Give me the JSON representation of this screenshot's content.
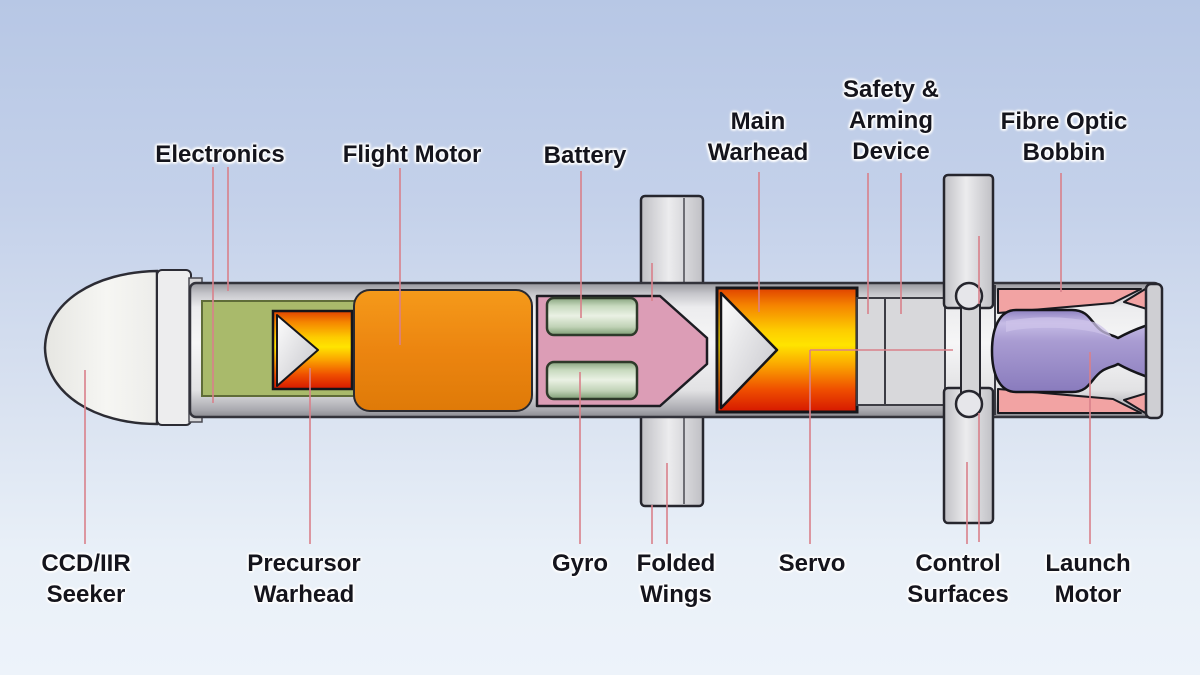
{
  "diagram_title": "Missile cutaway diagram",
  "background": {
    "top_color": "#b7c7e5",
    "bottom_color": "#edf3fa"
  },
  "leader_line_color": "#d9808a",
  "text_color": "#14141c",
  "labels": {
    "top": [
      {
        "id": "electronics",
        "text": "Electronics"
      },
      {
        "id": "flight-motor",
        "text": "Flight Motor"
      },
      {
        "id": "battery",
        "text": "Battery"
      },
      {
        "id": "main-warhead",
        "text": "Main\nWarhead"
      },
      {
        "id": "safety-arming",
        "text": "Safety &\nArming\nDevice"
      },
      {
        "id": "fibre-optic-bobbin",
        "text": "Fibre Optic\nBobbin"
      }
    ],
    "bottom": [
      {
        "id": "ccd-iir-seeker",
        "text": "CCD/IIR\nSeeker"
      },
      {
        "id": "precursor-warhead",
        "text": "Precursor\nWarhead"
      },
      {
        "id": "gyro",
        "text": "Gyro"
      },
      {
        "id": "folded-wings",
        "text": "Folded\nWings"
      },
      {
        "id": "servo",
        "text": "Servo"
      },
      {
        "id": "control-surfaces",
        "text": "Control\nSurfaces"
      },
      {
        "id": "launch-motor",
        "text": "Launch\nMotor"
      }
    ]
  },
  "components": {
    "ccd_iir_seeker": {
      "color": "#f2f2f0"
    },
    "body_casing": {
      "color": "#e6e6e9"
    },
    "electronics_bay": {
      "color": "#a9ba6b"
    },
    "precursor_warhead": {
      "gradient": [
        "#e63800",
        "#ffe400",
        "#d81800"
      ]
    },
    "flight_motor": {
      "color": "#ec8510"
    },
    "gyro_battery_section": {
      "color": "#dc9db6"
    },
    "battery_cell": {
      "color": "#d9e6d0"
    },
    "gyro_cell": {
      "color": "#d9e6d0"
    },
    "folded_wings": {
      "color": "#d9d9dc"
    },
    "main_warhead": {
      "gradient": [
        "#e63800",
        "#ffe400",
        "#d81800"
      ]
    },
    "safety_arming_device": {
      "color": "#d8d8db"
    },
    "control_surfaces": {
      "color": "#d6d6d9"
    },
    "fibre_optic_bobbin": {
      "color": "#f2a3a3"
    },
    "launch_motor": {
      "color": "#a99cd2"
    }
  }
}
